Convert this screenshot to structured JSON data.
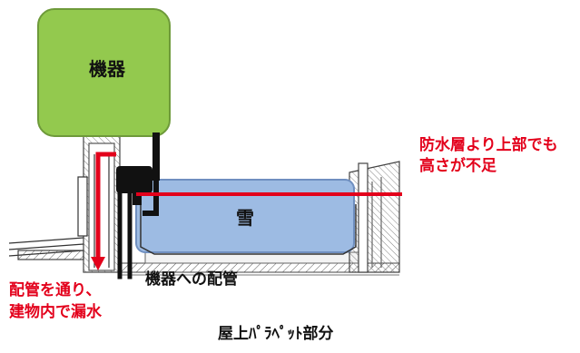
{
  "labels": {
    "equipment": "機器",
    "snow": "雪",
    "warning_line1": "防水層より上部でも",
    "warning_line2": "高さが不足",
    "leak_line1": "配管を通り、",
    "leak_line2": "建物内で漏水",
    "piping": "機器への配管",
    "caption": "屋上ﾊﾟﾗﾍﾟｯﾄ部分"
  },
  "colors": {
    "equipment_fill": "#93c94e",
    "equipment_stroke": "#6e9a3a",
    "snow_fill": "#9dbbe3",
    "snow_stroke": "#6f8fc0",
    "warning_red": "#e3001b",
    "pipe_black": "#111111"
  }
}
